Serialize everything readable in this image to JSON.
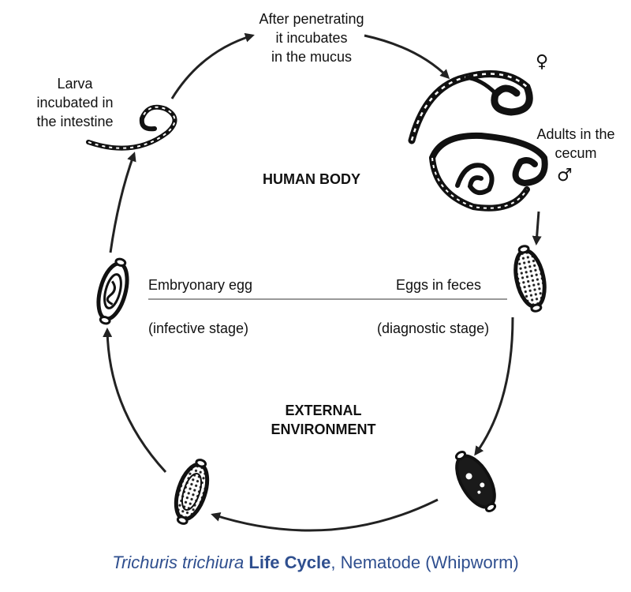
{
  "labels": {
    "after_penetrating": [
      "After penetrating",
      "it incubates",
      "in the mucus"
    ],
    "larva": [
      "Larva",
      "incubated in",
      "the intestine"
    ],
    "adults": [
      "Adults in the",
      "cecum"
    ],
    "female_symbol": "♀",
    "male_symbol": "♂",
    "human_body": "HUMAN BODY",
    "embryonary_egg": "Embryonary egg",
    "infective_stage": "(infective stage)",
    "eggs_in_feces": "Eggs in feces",
    "diagnostic_stage": "(diagnostic stage)",
    "external": [
      "EXTERNAL",
      "ENVIRONMENT"
    ]
  },
  "caption": {
    "species": "Trichuris trichiura",
    "life_cycle": "Life Cycle",
    "rest": ", Nematode (Whipworm)"
  }
}
